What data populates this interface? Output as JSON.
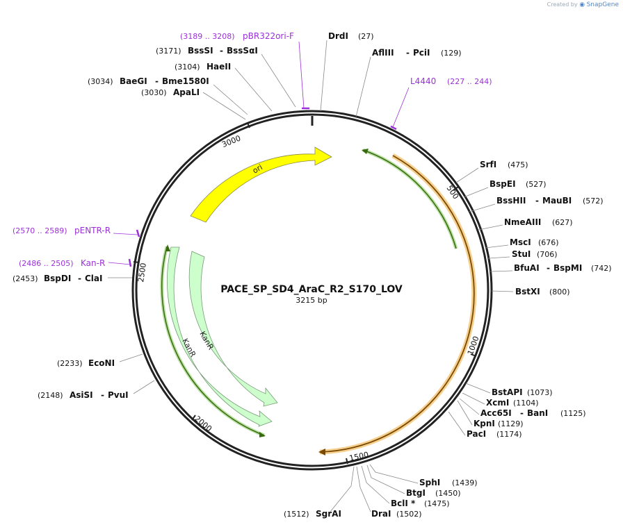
{
  "watermark": {
    "prefix": "Created by",
    "brand": "SnapGene"
  },
  "plasmid": {
    "name": "PACE_SP_SD4_AraC_R2_S170_LOV",
    "length_label": "3215 bp",
    "length": 3215
  },
  "colors": {
    "backbone": "#222222",
    "primer": "#9b30d9",
    "ori": "#ffff00",
    "kanr": "#ccffcc",
    "orange_feature": "#e8a020",
    "green_feature": "#6aa520"
  },
  "ticks": [
    {
      "pos": 500,
      "label": "500"
    },
    {
      "pos": 1000,
      "label": "1000"
    },
    {
      "pos": 1500,
      "label": "1500"
    },
    {
      "pos": 2000,
      "label": "2000"
    },
    {
      "pos": 2500,
      "label": "2500"
    },
    {
      "pos": 3000,
      "label": "3000"
    }
  ],
  "features": [
    {
      "name": "ori",
      "label": "ori"
    },
    {
      "name": "kanr-outer",
      "label": "KanR"
    },
    {
      "name": "kanr-inner",
      "label": "KanR"
    },
    {
      "name": "orange-feature",
      "label": ""
    },
    {
      "name": "green-feature",
      "label": ""
    }
  ],
  "primers": [
    {
      "id": "pbr322ori-f",
      "name": "pBR322ori-F",
      "range": "(3189 .. 3208)"
    },
    {
      "id": "l4440",
      "name": "L4440",
      "range": "(227 .. 244)"
    },
    {
      "id": "pentr-r",
      "name": "pENTR-R",
      "range": "(2570 .. 2589)"
    },
    {
      "id": "kan-r",
      "name": "Kan-R",
      "range": "(2486 .. 2505)"
    }
  ],
  "sites": [
    {
      "id": "drdi",
      "name": "DrdI",
      "pos": "(27)"
    },
    {
      "id": "afliii",
      "name": "AflIII",
      "pos": "(129)",
      "alt": "PciI"
    },
    {
      "id": "srfi",
      "name": "SrfI",
      "pos": "(475)"
    },
    {
      "id": "bspei",
      "name": "BspEI",
      "pos": "(527)"
    },
    {
      "id": "bsshii",
      "name": "BssHII",
      "pos": "(572)",
      "alt": "MauBI"
    },
    {
      "id": "nmeaiii",
      "name": "NmeAIII",
      "pos": "(627)"
    },
    {
      "id": "msci",
      "name": "MscI",
      "pos": "(676)"
    },
    {
      "id": "stui",
      "name": "StuI",
      "pos": "(706)"
    },
    {
      "id": "bfuai",
      "name": "BfuAI",
      "pos": "(742)",
      "alt": "BspMI"
    },
    {
      "id": "bstxi",
      "name": "BstXI",
      "pos": "(800)"
    },
    {
      "id": "bstapi",
      "name": "BstAPI",
      "pos": "(1073)"
    },
    {
      "id": "xcmi",
      "name": "XcmI",
      "pos": "(1104)"
    },
    {
      "id": "acc65i",
      "name": "Acc65I",
      "pos": "(1125)",
      "alt": "BanI"
    },
    {
      "id": "kpni",
      "name": "KpnI",
      "pos": "(1129)"
    },
    {
      "id": "paci",
      "name": "PacI",
      "pos": "(1174)"
    },
    {
      "id": "sphi",
      "name": "SphI",
      "pos": "(1439)"
    },
    {
      "id": "btgi",
      "name": "BtgI",
      "pos": "(1450)"
    },
    {
      "id": "bcli",
      "name": "BclI *",
      "pos": "(1475)"
    },
    {
      "id": "drai",
      "name": "DraI",
      "pos": "(1502)"
    },
    {
      "id": "sgrai",
      "name": "SgrAI",
      "pos": "(1512)"
    },
    {
      "id": "asisi",
      "name": "AsiSI",
      "pos": "(2148)",
      "alt": "PvuI"
    },
    {
      "id": "econi",
      "name": "EcoNI",
      "pos": "(2233)"
    },
    {
      "id": "bspdi",
      "name": "BspDI",
      "pos": "(2453)",
      "alt": "ClaI"
    },
    {
      "id": "apali",
      "name": "ApaLI",
      "pos": "(3030)"
    },
    {
      "id": "baegi",
      "name": "BaeGI",
      "pos": "(3034)",
      "alt": "Bme1580I"
    },
    {
      "id": "haeii",
      "name": "HaeII",
      "pos": "(3104)"
    },
    {
      "id": "bsssi",
      "name": "BssSI",
      "pos": "(3171)",
      "alt": "BssSαI"
    }
  ]
}
